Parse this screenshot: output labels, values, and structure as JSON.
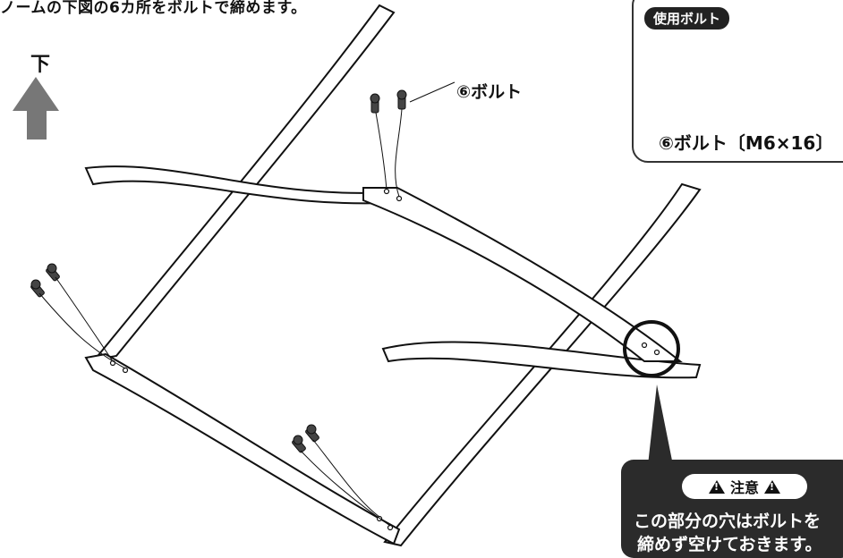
{
  "instruction": "ノームの下図の6カ所をボルトで締めます。",
  "down_label": "下",
  "bolt_callout": "⑥ボルト",
  "parts_box": {
    "badge": "使用ボルト",
    "bolt_name": "⑥ボルト〔M6×16〕"
  },
  "caution": {
    "title": "注意",
    "line1": "この部分の穴はボルトを",
    "line2": "締めず空けておきます。"
  },
  "colors": {
    "ink": "#111111",
    "arrow": "#777777",
    "warning_bg": "#2b2b2b"
  }
}
